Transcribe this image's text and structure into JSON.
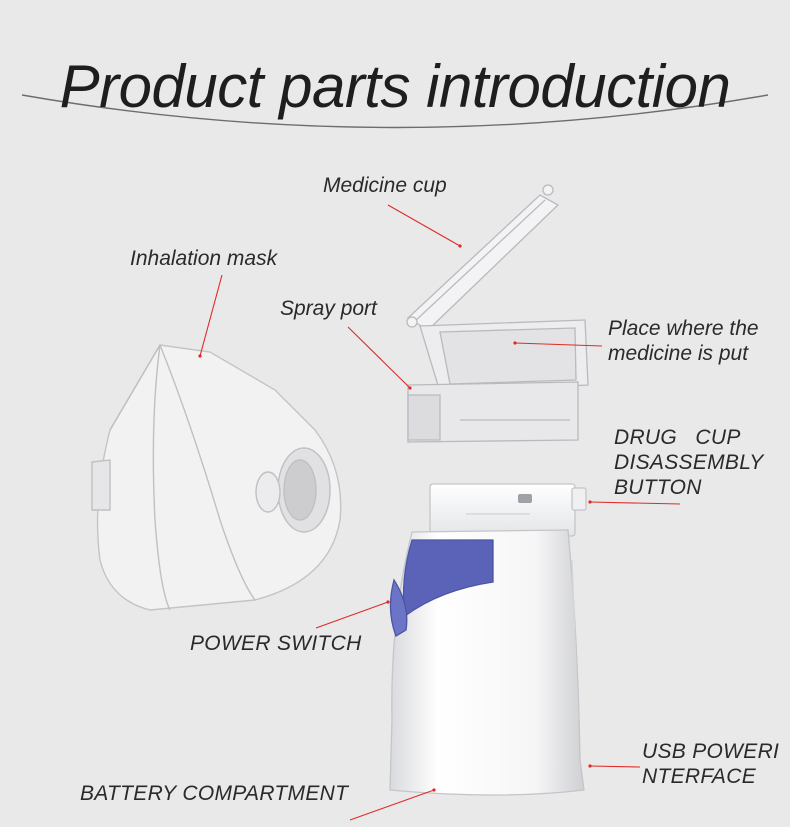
{
  "title": "Product parts introduction",
  "labels": {
    "medicine_cup": "Medicine cup",
    "inhalation_mask": "Inhalation mask",
    "spray_port": "Spray port",
    "place_medicine": "Place where the\nmedicine is put",
    "drug_cup_button": "DRUG   CUP\nDISASSEMBLY\nBUTTON",
    "power_switch": "POWER SWITCH",
    "usb_power": "USB POWERI\nNTERFACE",
    "battery": "BATTERY  COMPARTMENT"
  },
  "colors": {
    "background": "#e9e9ea",
    "pointer_line": "#e02a2a",
    "device_accent": "#5a63b8"
  }
}
